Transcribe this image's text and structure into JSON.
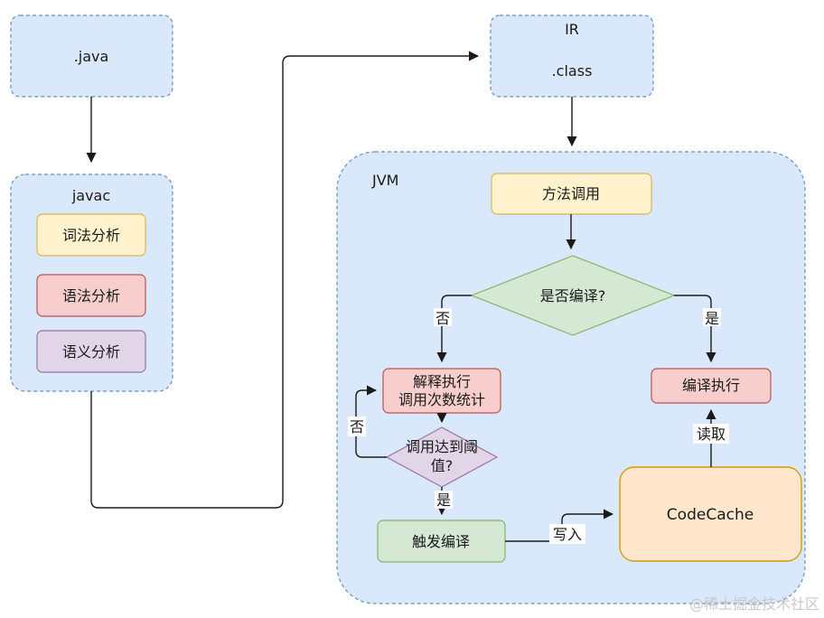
{
  "java_file": {
    "label": ".java"
  },
  "javac": {
    "title": "javac",
    "steps": [
      "词法分析",
      "语法分析",
      "语义分析"
    ]
  },
  "ir": {
    "title": "IR",
    "label": ".class"
  },
  "jvm": {
    "title": "JVM",
    "method_call": "方法调用",
    "is_compiled": "是否编译?",
    "no_label": "否",
    "yes_label": "是",
    "interpret_line1": "解释执行",
    "interpret_line2": "调用次数统计",
    "threshold_line1": "调用达到阈",
    "threshold_line2": "值?",
    "threshold_no": "否",
    "threshold_yes": "是",
    "trigger_compile": "触发编译",
    "write_in": "写入",
    "code_cache": "CodeCache",
    "read": "读取",
    "compiled_exec": "编译执行"
  },
  "watermark": "@稀土掘金技术社区",
  "colors": {
    "container_fill": "#dae8fc",
    "container_stroke": "#6c8ebf",
    "yellow_fill": "#fff2cc",
    "yellow_stroke": "#d6b656",
    "red_fill": "#f8cecc",
    "red_stroke": "#b85450",
    "purple_fill": "#e1d5e7",
    "purple_stroke": "#9673a6",
    "green_fill": "#d5e8d4",
    "green_stroke": "#82b366",
    "orange_fill": "#ffe6cc",
    "orange_stroke": "#d79b00"
  }
}
